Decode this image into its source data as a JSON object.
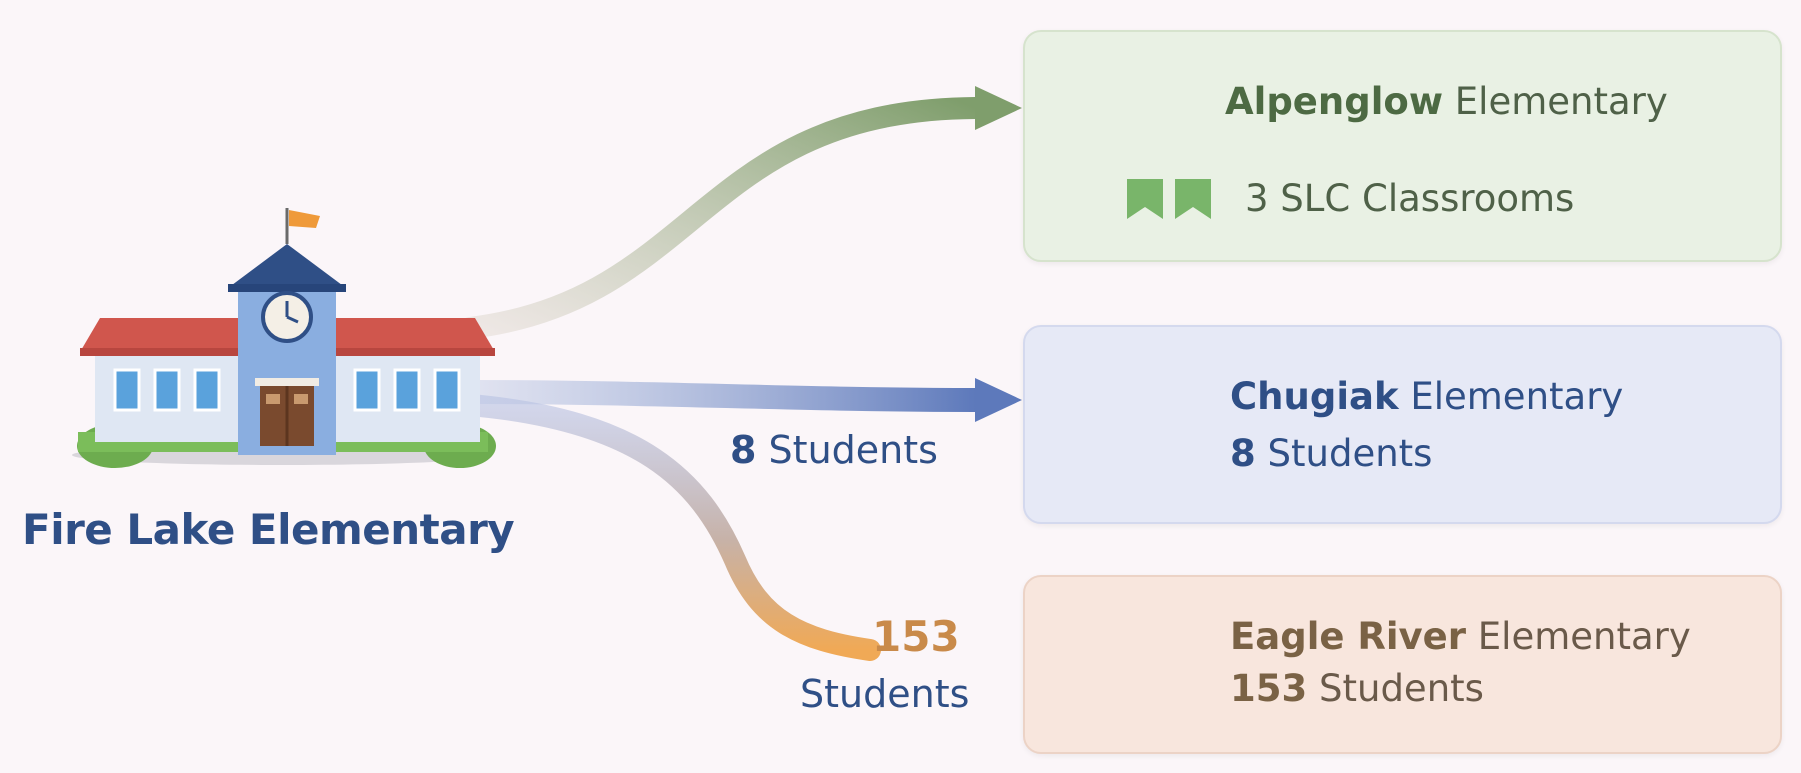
{
  "source": {
    "name": "Fire Lake Elementary",
    "icon": "school-building-icon"
  },
  "flows": {
    "chugiak_count": "8",
    "chugiak_unit": "Students",
    "eagle_count": "153",
    "eagle_unit": "Students"
  },
  "destinations": [
    {
      "name_bold": "Alpenglow",
      "name_rest": "Elementary",
      "detail": "3 SLC Classrooms",
      "icon": "school-icon",
      "detail_icon": "bookmark-icon",
      "color": "#8ba77a"
    },
    {
      "name_bold": "Chugiak",
      "name_rest": "Elementary",
      "count": "8",
      "unit": "Students",
      "icon": "school-icon",
      "color": "#5b76b6"
    },
    {
      "name_bold": "Eagle River",
      "name_rest": "Elementary",
      "count": "153",
      "unit": "Students",
      "icon": "school-icon",
      "color": "#e5a15a"
    }
  ]
}
